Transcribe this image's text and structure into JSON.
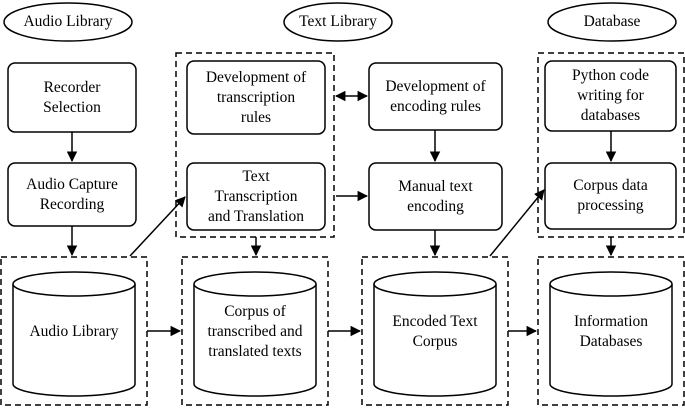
{
  "headers": {
    "audio_library": "Audio Library",
    "text_library": "Text Library",
    "database": "Database"
  },
  "steps": {
    "recorder_selection": "Recorder\nSelection",
    "audio_capture": "Audio Capture\nRecording",
    "dev_transcription_rules": "Development of\ntranscription\nrules",
    "text_transcription": "Text\nTranscription\nand Translation",
    "dev_encoding_rules": "Development of\nencoding rules",
    "manual_encoding": "Manual text\nencoding",
    "python_code": "Python code\nwriting for\ndatabases",
    "corpus_processing": "Corpus data\nprocessing"
  },
  "stores": {
    "audio_library": "Audio Library",
    "corpus_texts": "Corpus of\ntranscribed and\ntranslated texts",
    "encoded_corpus": "Encoded Text\nCorpus",
    "information_databases": "Information\nDatabases"
  }
}
